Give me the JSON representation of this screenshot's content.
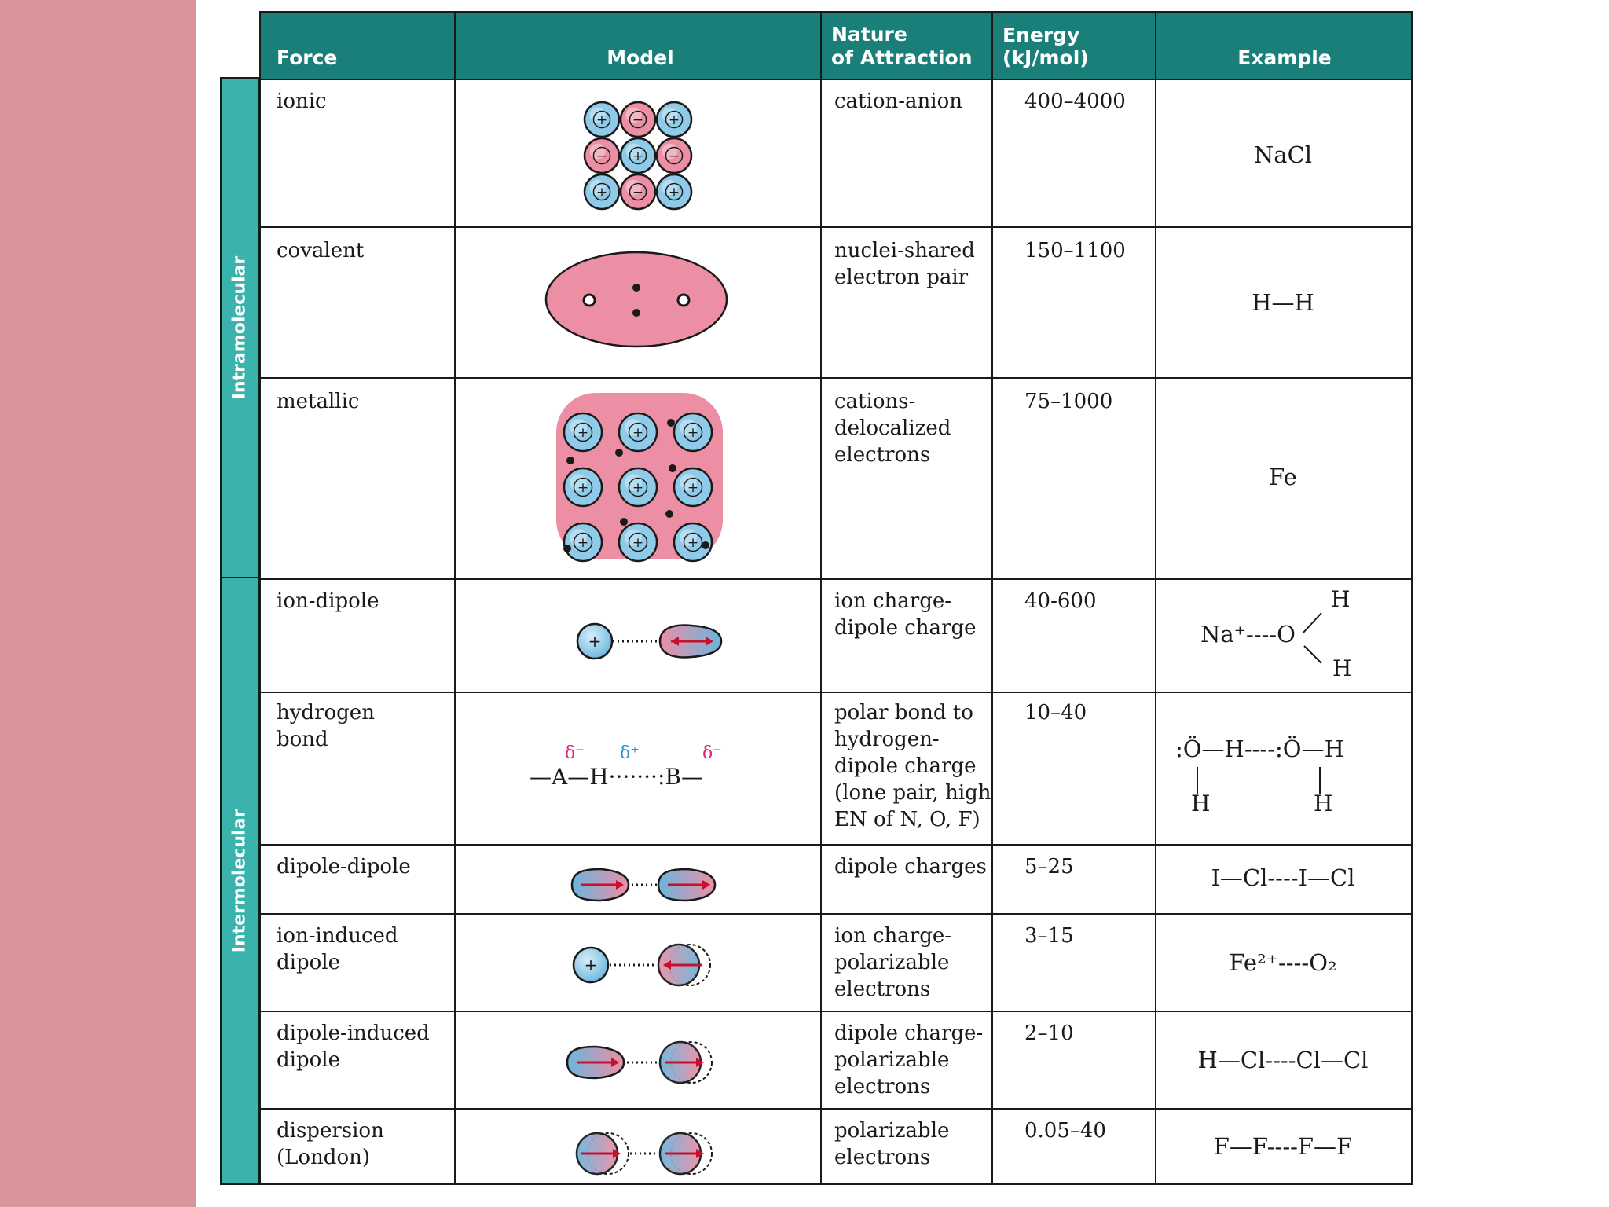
{
  "headers": {
    "force": "Force",
    "model": "Model",
    "nature_line1": "Nature",
    "nature_line2": "of Attraction",
    "energy": "Energy (kJ/mol)",
    "example": "Example"
  },
  "groups": {
    "intramolecular": "Intramolecular",
    "intermolecular": "Intermolecular"
  },
  "rows": [
    {
      "force": "ionic",
      "nature": "cation-anion",
      "energy": "400–4000",
      "example": "NaCl"
    },
    {
      "force": "covalent",
      "nature": "nuclei-shared\nelectron pair",
      "energy": "150–1100",
      "example": "H—H"
    },
    {
      "force": "metallic",
      "nature": "cations-\ndelocalized\nelectrons",
      "energy": "75–1000",
      "example": "Fe"
    },
    {
      "force": "ion-dipole",
      "nature": "ion charge-\ndipole charge",
      "energy": "40-600",
      "example": "Na⁺----O"
    },
    {
      "force": "hydrogen\nbond",
      "nature": "polar bond to\nhydrogen-\ndipole charge\n(lone pair, high\nEN of N, O, F)",
      "energy": "10–40",
      "example": ":Ö—H----:Ö—H"
    },
    {
      "force": "dipole-dipole",
      "nature": "dipole charges",
      "energy": "5–25",
      "example": "I—Cl----I—Cl"
    },
    {
      "force": "ion-induced\ndipole",
      "nature": "ion charge-\npolarizable\nelectrons",
      "energy": "3–15",
      "example": "Fe²⁺----O₂"
    },
    {
      "force": "dipole-induced\ndipole",
      "nature": "dipole charge-\npolarizable\nelectrons",
      "energy": "2–10",
      "example": "H—Cl----Cl—Cl"
    },
    {
      "force": "dispersion\n(London)",
      "nature": "polarizable\nelectrons",
      "energy": "0.05–40",
      "example": "F—F----F—F"
    }
  ],
  "hbond_model": {
    "delta_minus_a": "δ⁻",
    "delta_plus": "δ⁺",
    "delta_minus_b": "δ⁻",
    "formula": "—A—H·······:B—"
  },
  "ion_dipole_h_top": "H",
  "ion_dipole_h_bottom": "H",
  "hbond_example_h_left": "H",
  "hbond_example_h_right": "H",
  "colors": {
    "header": "#1b7f79",
    "group_band": "#3ab3ad",
    "sidebar": "#d8959a",
    "cation": "#8fcbe8",
    "anion": "#e88ea4",
    "delta": "#d6297a"
  }
}
